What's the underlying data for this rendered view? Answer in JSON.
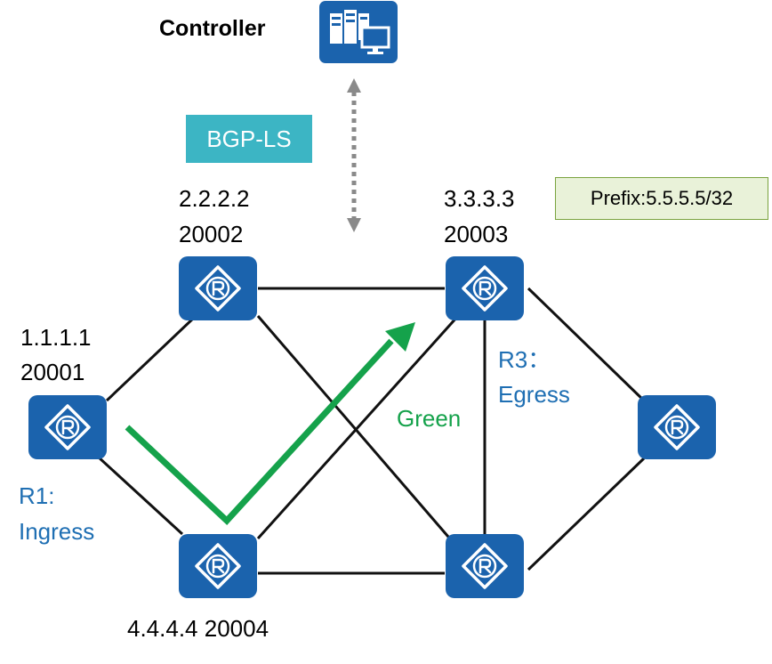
{
  "colors": {
    "router_fill": "#1b63ad",
    "link": "#111111",
    "path_green": "#15a24b",
    "label_blue": "#1f6fb3",
    "badge_teal": "#3cb5c4",
    "prefix_bg": "#e9f2d9",
    "prefix_border": "#7aa33f",
    "dotted_arrow": "#8a8a8a"
  },
  "controller": {
    "label": "Controller",
    "icon": "server-monitor-icon"
  },
  "protocol_badge": "BGP-LS",
  "prefix_box": "Prefix:5.5.5.5/32",
  "routers": {
    "r1": {
      "ip": "1.1.1.1",
      "sid": "20001",
      "role_line1": "R1:",
      "role_line2": "Ingress",
      "icon": "router-icon"
    },
    "r2": {
      "ip": "2.2.2.2",
      "sid": "20002",
      "icon": "router-icon"
    },
    "r3": {
      "ip": "3.3.3.3",
      "sid": "20003",
      "role_line1": "R3：",
      "role_line2": "Egress",
      "icon": "router-icon"
    },
    "r4": {
      "label": "4.4.4.4 20004",
      "icon": "router-icon"
    },
    "r5": {
      "icon": "router-icon"
    },
    "r6": {
      "icon": "router-icon"
    }
  },
  "path_label": "Green"
}
